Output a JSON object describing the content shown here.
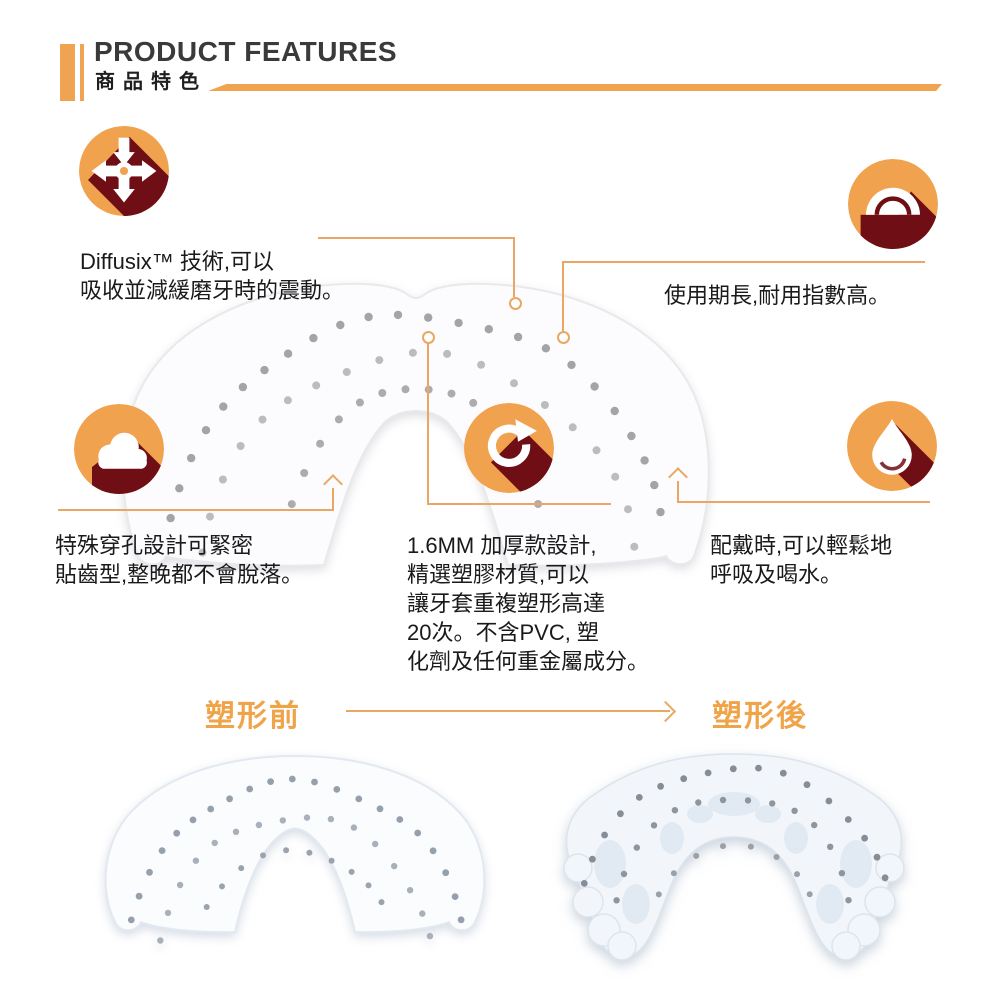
{
  "header": {
    "title": "PRODUCT FEATURES",
    "subtitle": "商品特色"
  },
  "features": {
    "diffusix": {
      "icon": "diffuse-arrows-icon",
      "text": "Diffusix™ 技術,可以\n吸收並減緩磨牙時的震動。"
    },
    "durability": {
      "icon": "durability-dome-icon",
      "text": "使用期長,耐用指數高。"
    },
    "perforation": {
      "icon": "cloud-icon",
      "text": "特殊穿孔設計可緊密\n貼齒型,整晚都不會脫落。"
    },
    "reshape": {
      "icon": "reshape-refresh-icon",
      "text": "1.6MM 加厚款設計,\n精選塑膠材質,可以\n讓牙套重複塑形高達\n20次。不含PVC, 塑\n化劑及任何重金屬成分。"
    },
    "breathe": {
      "icon": "water-drop-icon",
      "text": "配戴時,可以輕鬆地\n呼吸及喝水。"
    }
  },
  "molding": {
    "before_label": "塑形前",
    "after_label": "塑形後"
  },
  "colors": {
    "accent_orange": "#F0A24E",
    "dark_red": "#6F0E14",
    "connector_orange": "#E9A763",
    "label_orange": "#F0A449",
    "title_gray": "#3A3A3A",
    "dot_gray": "#A6A6AA"
  }
}
